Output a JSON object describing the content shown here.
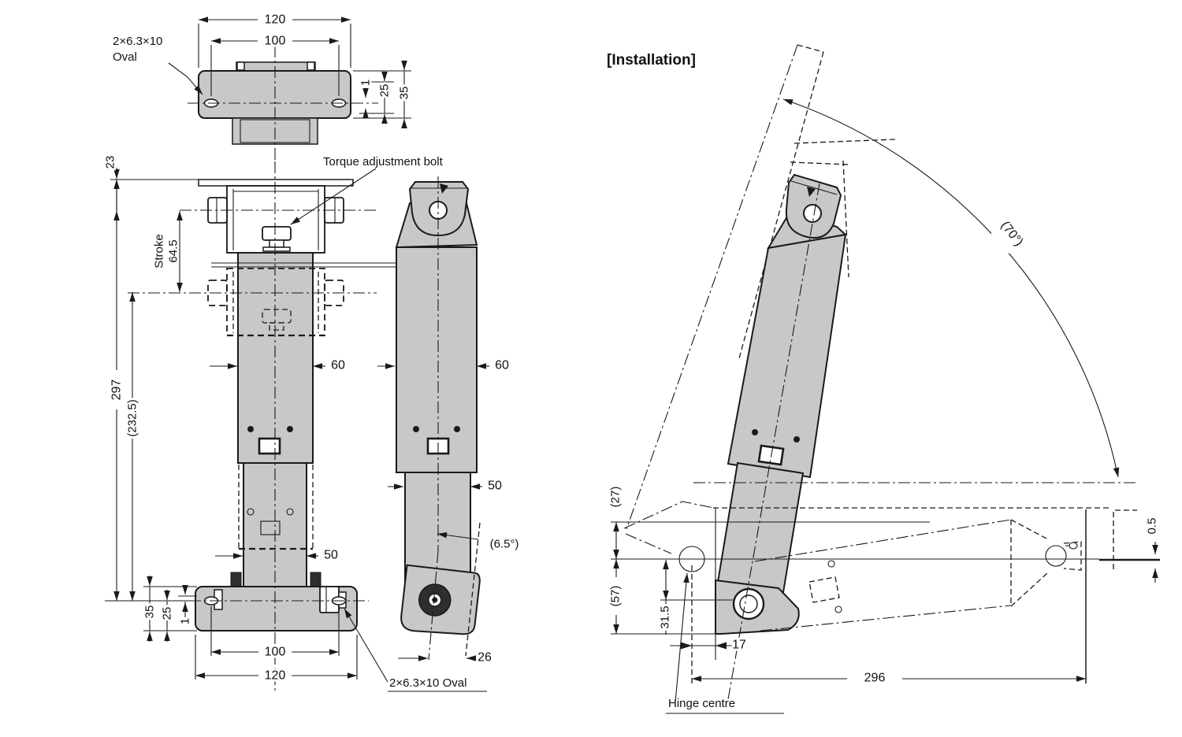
{
  "colors": {
    "line": "#1a1a1a",
    "metal": "#c8c8c8",
    "dark": "#2e2e2e",
    "bg": "#ffffff"
  },
  "top_view": {
    "dim_width_outer": "120",
    "dim_width_holes": "100",
    "dim_offset": "1",
    "dim_hole_to_top": "25",
    "dim_height": "35",
    "hole_label_line1": "2×6.3×10",
    "hole_label_line2": "Oval"
  },
  "front_view": {
    "dim_plate_to_pivot": "23",
    "torque_label": "Torque adjustment bolt",
    "stroke_word": "Stroke",
    "stroke_value": "64.5",
    "dim_total_height": "297",
    "dim_retracted": "(232.5)",
    "dim_body_width": "60",
    "dim_rod_width": "50",
    "dim_base_height": "35",
    "dim_base_hole": "25",
    "dim_base_offset": "1",
    "dim_base_holes_width": "100",
    "dim_base_width": "120",
    "oval_label": "2×6.3×10 Oval"
  },
  "side_view": {
    "dim_body_width": "60",
    "dim_rod_width": "50",
    "dim_angle": "(6.5°)",
    "dim_bottom_offset": "26"
  },
  "installation": {
    "title": "[Installation]",
    "dim_open_angle": "(70°)",
    "dim_lid_top": "(27)",
    "dim_lid_depth": "(57)",
    "dim_pivot_height": "31.5",
    "dim_hinge_offset": "17",
    "dim_length": "296",
    "dim_gap": "0.5",
    "hinge_label": "Hinge centre"
  }
}
